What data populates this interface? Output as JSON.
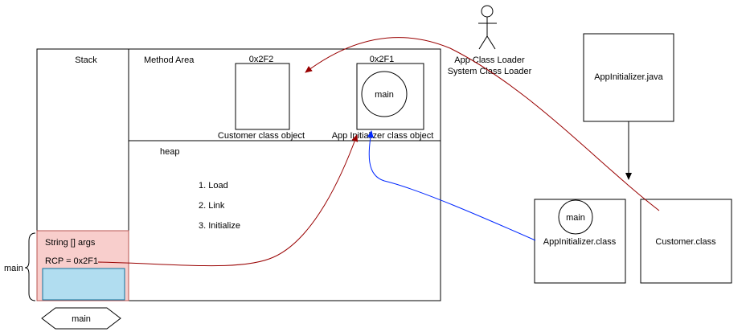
{
  "memory": {
    "stack_label": "Stack",
    "method_area_label": "Method Area",
    "heap_label": "heap",
    "steps": [
      "1. Load",
      "2. Link",
      "3. Initialize"
    ],
    "frame": {
      "line1": "String [] args",
      "line2": "RCP = 0x2F1",
      "brace_label": "main"
    },
    "thread_label": "main"
  },
  "objects": {
    "customer": {
      "address": "0x2F2",
      "caption": "Customer class object"
    },
    "app_initializer": {
      "address": "0x2F1",
      "caption": "App Initializer class object",
      "method": "main"
    }
  },
  "loader": {
    "line1": "App Class Loader",
    "line2": "System Class Loader"
  },
  "files": {
    "source": "AppInitializer.java",
    "app_class": "AppInitializer.class",
    "app_class_method": "main",
    "customer_class": "Customer.class"
  },
  "colors": {
    "frame_fill": "#f8cecc",
    "frame_border": "#b85450",
    "main_box_fill": "#b1ddf0",
    "main_box_border": "#10739e",
    "arrow_red": "#990000",
    "arrow_blue": "#0027ff"
  }
}
